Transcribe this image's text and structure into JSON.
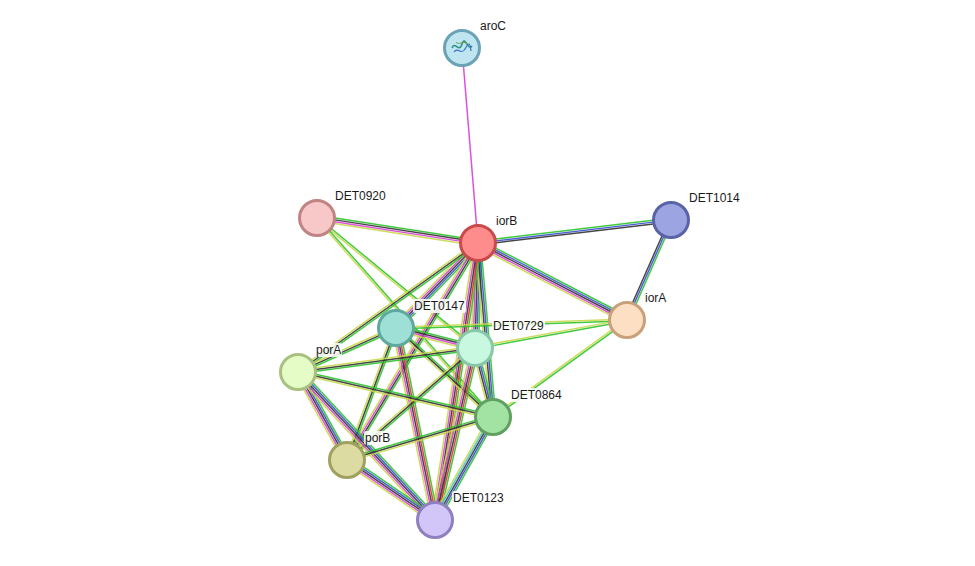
{
  "diagram": {
    "nodes": [
      {
        "text": [
          "aroC"
        ]
      },
      {
        "text": [
          "DET0920"
        ]
      },
      {
        "text": [
          "iorB"
        ]
      },
      {
        "text": [
          "DET1014"
        ]
      },
      {
        "text": [
          "iorA"
        ]
      },
      {
        "text": [
          "DET0147"
        ]
      },
      {
        "text": [
          "DET0729"
        ]
      },
      {
        "text": [
          "porA"
        ]
      },
      {
        "text": [
          "DET0864"
        ]
      },
      {
        "text": [
          "porB"
        ]
      },
      {
        "text": [
          "DET0123"
        ]
      }
    ],
    "edges": [
      {
        "from": 0,
        "to": 2,
        "arrow": "none"
      },
      {
        "from": 1,
        "to": 2,
        "arrow": "none"
      },
      {
        "from": 1,
        "to": 6,
        "arrow": "none"
      },
      {
        "from": 1,
        "to": 8,
        "arrow": "none"
      },
      {
        "from": 2,
        "to": 3,
        "arrow": "none"
      },
      {
        "from": 2,
        "to": 4,
        "arrow": "none"
      },
      {
        "from": 2,
        "to": 5,
        "arrow": "none"
      },
      {
        "from": 2,
        "to": 6,
        "arrow": "none"
      },
      {
        "from": 2,
        "to": 7,
        "arrow": "none"
      },
      {
        "from": 2,
        "to": 9,
        "arrow": "none"
      },
      {
        "from": 2,
        "to": 8,
        "arrow": "none"
      },
      {
        "from": 2,
        "to": 10,
        "arrow": "none"
      },
      {
        "from": 3,
        "to": 4,
        "arrow": "none"
      },
      {
        "from": 4,
        "to": 5,
        "arrow": "none"
      },
      {
        "from": 4,
        "to": 6,
        "arrow": "none"
      },
      {
        "from": 4,
        "to": 8,
        "arrow": "none"
      },
      {
        "from": 5,
        "to": 6,
        "arrow": "none"
      },
      {
        "from": 5,
        "to": 7,
        "arrow": "none"
      },
      {
        "from": 5,
        "to": 9,
        "arrow": "none"
      },
      {
        "from": 5,
        "to": 8,
        "arrow": "none"
      },
      {
        "from": 5,
        "to": 10,
        "arrow": "none"
      },
      {
        "from": 6,
        "to": 7,
        "arrow": "none"
      },
      {
        "from": 6,
        "to": 9,
        "arrow": "none"
      },
      {
        "from": 6,
        "to": 8,
        "arrow": "none"
      },
      {
        "from": 6,
        "to": 10,
        "arrow": "none"
      },
      {
        "from": 7,
        "to": 9,
        "arrow": "none"
      },
      {
        "from": 7,
        "to": 8,
        "arrow": "none"
      },
      {
        "from": 7,
        "to": 10,
        "arrow": "none"
      },
      {
        "from": 9,
        "to": 8,
        "arrow": "none"
      },
      {
        "from": 9,
        "to": 10,
        "arrow": "none"
      },
      {
        "from": 8,
        "to": 10,
        "arrow": "none"
      }
    ]
  }
}
